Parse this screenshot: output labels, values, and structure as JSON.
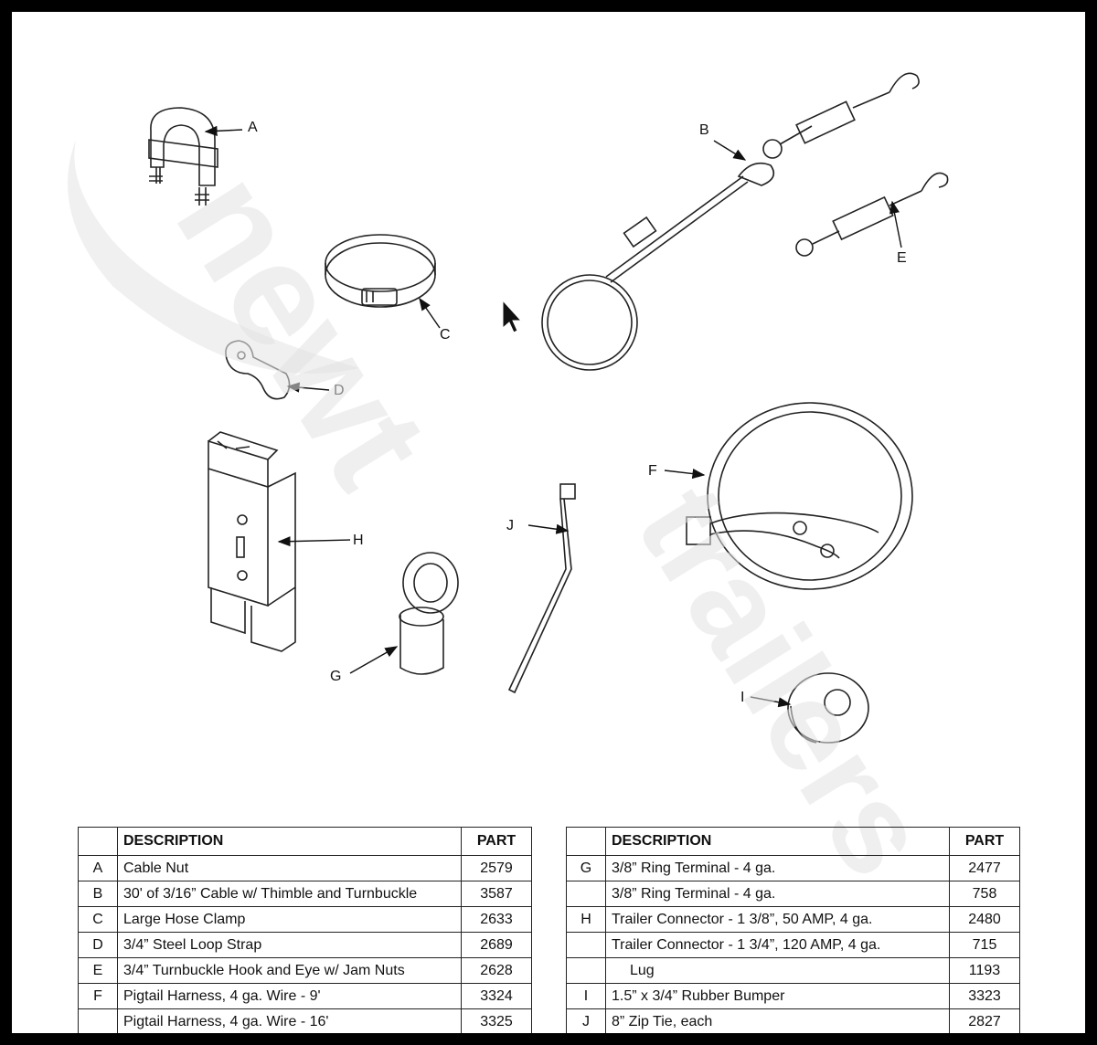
{
  "watermark": {
    "brand": "newt",
    "suffix": "trailers"
  },
  "callouts": [
    "A",
    "B",
    "C",
    "D",
    "E",
    "F",
    "G",
    "H",
    "I",
    "J"
  ],
  "table_left": {
    "headers": {
      "letter": "",
      "description": "DESCRIPTION",
      "part": "PART"
    },
    "rows": [
      {
        "letter": "A",
        "description": "Cable Nut",
        "part": "2579"
      },
      {
        "letter": "B",
        "description": "30' of 3/16” Cable w/ Thimble and Turnbuckle",
        "part": "3587"
      },
      {
        "letter": "C",
        "description": "Large Hose Clamp",
        "part": "2633"
      },
      {
        "letter": "D",
        "description": "3/4” Steel Loop Strap",
        "part": "2689"
      },
      {
        "letter": "E",
        "description": "3/4” Turnbuckle Hook and Eye w/ Jam Nuts",
        "part": "2628"
      },
      {
        "letter": "F",
        "description": "Pigtail Harness, 4 ga. Wire - 9'",
        "part": "3324"
      },
      {
        "letter": "",
        "description": "Pigtail Harness, 4 ga. Wire - 16'",
        "part": "3325"
      }
    ]
  },
  "table_right": {
    "headers": {
      "letter": "",
      "description": "DESCRIPTION",
      "part": "PART"
    },
    "rows": [
      {
        "letter": "G",
        "description": "3/8” Ring Terminal - 4 ga.",
        "part": "2477"
      },
      {
        "letter": "",
        "description": "3/8” Ring Terminal - 4 ga.",
        "part": "758"
      },
      {
        "letter": "H",
        "description": "Trailer Connector - 1 3/8”, 50 AMP, 4 ga.",
        "part": "2480"
      },
      {
        "letter": "",
        "description": "Trailer Connector - 1 3/4”, 120 AMP, 4 ga.",
        "part": "715"
      },
      {
        "letter": "",
        "description": "Lug",
        "part": "1193",
        "indent": true
      },
      {
        "letter": "I",
        "description": "1.5” x 3/4” Rubber Bumper",
        "part": "3323"
      },
      {
        "letter": "J",
        "description": "8” Zip Tie, each",
        "part": "2827"
      }
    ]
  }
}
